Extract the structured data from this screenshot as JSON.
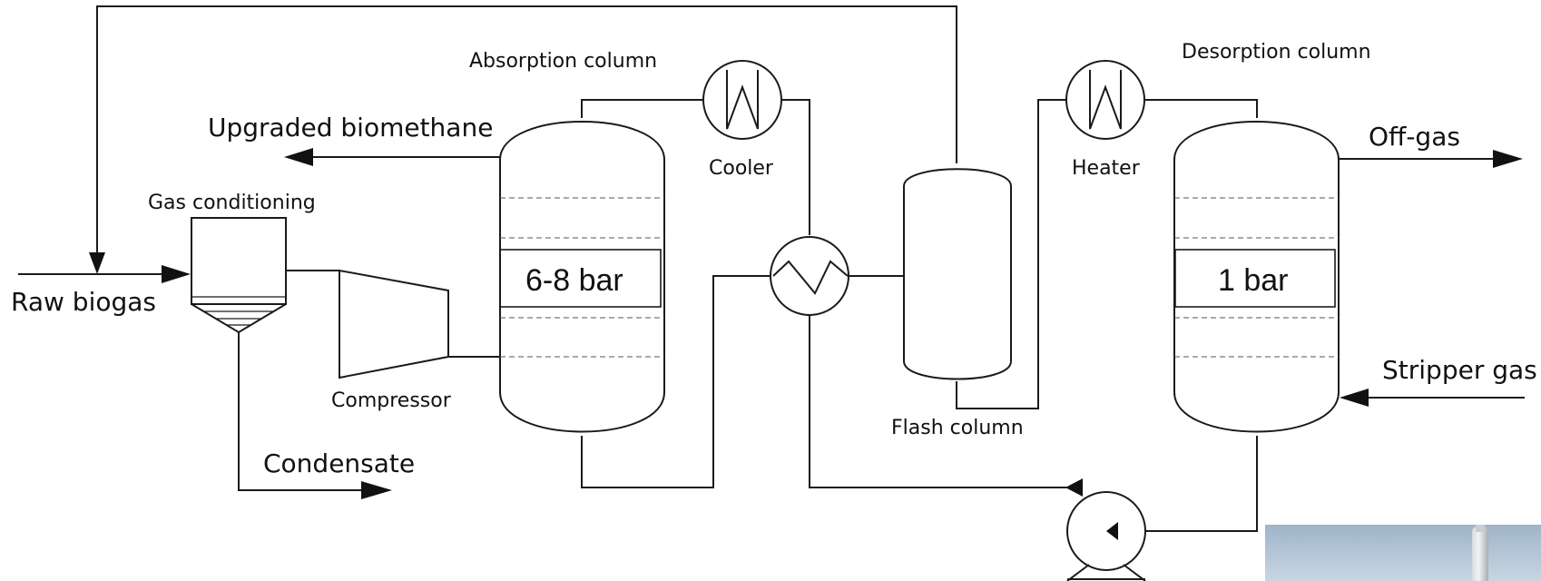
{
  "labels": {
    "absorption_column": "Absorption column",
    "desorption_column": "Desorption column",
    "upgraded_biomethane": "Upgraded biomethane",
    "gas_conditioning": "Gas conditioning",
    "raw_biogas": "Raw biogas",
    "compressor": "Compressor",
    "condensate": "Condensate",
    "cooler": "Cooler",
    "heater": "Heater",
    "flash_column": "Flash column",
    "off_gas": "Off-gas",
    "stripper_gas": "Stripper gas"
  },
  "pressures": {
    "absorption": "6-8 bar",
    "desorption": "1 bar"
  }
}
